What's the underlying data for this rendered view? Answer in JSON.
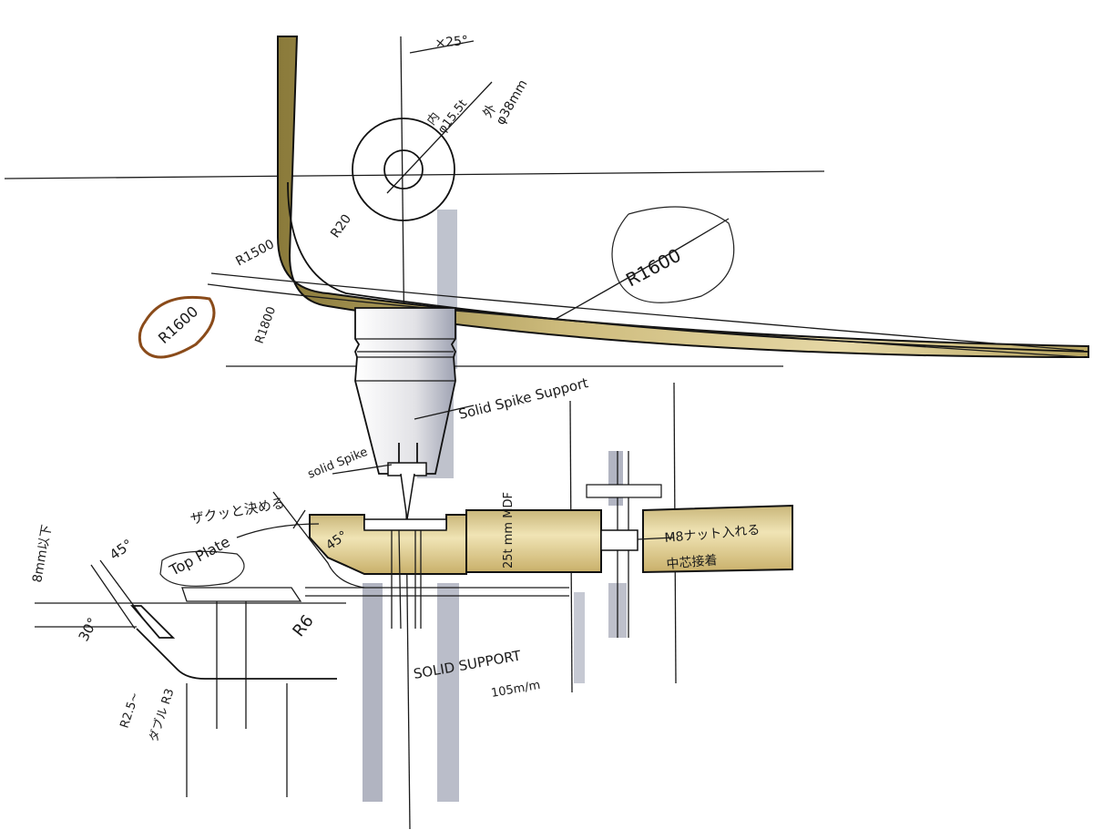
{
  "annotations": {
    "angle_top": "×25°",
    "inner_dia": "内\nφ15.5t",
    "outer_dia": "外\nφ38mm",
    "r1600_main": "R1600",
    "r1500": "R1500",
    "r20": "R20",
    "r1600_circled": "R1600",
    "r1800": "R1800",
    "solid_spike_support": "Solid Spike Support",
    "solid_spike": "solid Spike",
    "zakutto": "ザクッと決める",
    "top_plate": "Top Plate",
    "angle_45_plate": "45°",
    "mdf": "25t mm MDF",
    "m8_nut": "M8ナット入れる",
    "chushin_setchaku": "中芯接着",
    "angle_45_left": "45°",
    "under_8mm": "8mm以下",
    "angle_30": "30°",
    "r6": "R6",
    "r25": "R2.5~",
    "r3": "ダブル R3",
    "solid_support": "SOLID SUPPORT",
    "support_len": "105m/m"
  },
  "colors": {
    "ink": "#1a1a1a",
    "gold_marker": "#d8c68a",
    "gold_dark": "#8a7a3a",
    "grey_marker": "#a9adbb",
    "sepia_circle": "#8a4b1a"
  }
}
